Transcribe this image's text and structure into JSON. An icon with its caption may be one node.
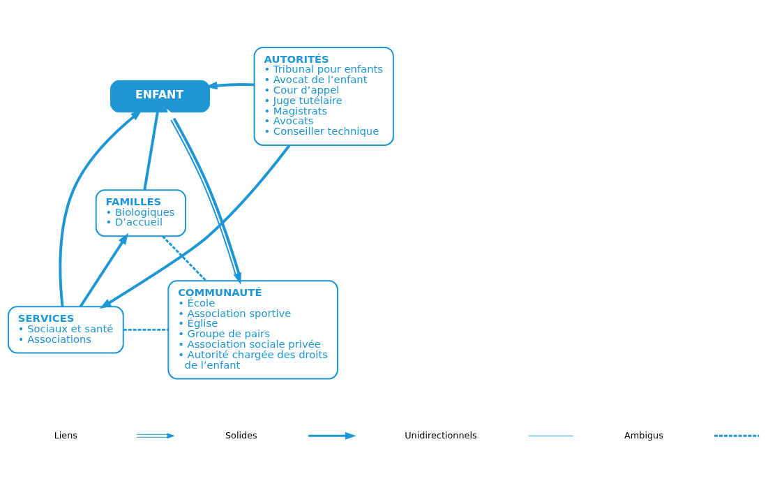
{
  "diagram": {
    "nodes": [
      {
        "text": [
          "ENFANT"
        ]
      },
      {
        "text": [
          "AUTORITÉS",
          "• Tribunal pour enfants",
          "• Avocat de l’enfant",
          "• Cour d’appel",
          "• Juge tutélaire",
          "• Magistrats",
          "• Avocats",
          "• Conseiller technique"
        ]
      },
      {
        "text": [
          "FAMILLES",
          "• Biologiques",
          "• D’accueil"
        ]
      },
      {
        "text": [
          "COMMUNAUTÉ",
          "• École",
          "• Association sportive",
          "• Église",
          "• Groupe de pairs",
          "• Association sociale privée",
          "• Autorité chargée des droits de l’enfant"
        ]
      },
      {
        "text": [
          "SERVICES",
          "• Sociaux et santé",
          "• Associations"
        ]
      }
    ],
    "edges": [
      {
        "from": 0,
        "to": 2,
        "arrow": "none"
      },
      {
        "from": 1,
        "to": 0,
        "arrow": "to"
      },
      {
        "from": 1,
        "to": 4,
        "arrow": "to"
      },
      {
        "from": 4,
        "to": 0,
        "arrow": "to"
      },
      {
        "from": 0,
        "to": 3,
        "arrow": "both"
      },
      {
        "from": 2,
        "to": 3,
        "arrow": "none",
        "style": "dashed"
      },
      {
        "from": 4,
        "to": 2,
        "arrow": "to"
      },
      {
        "from": 4,
        "to": 3,
        "arrow": "none",
        "style": "dashed"
      }
    ],
    "legend": [
      {
        "text": "Liens"
      },
      {
        "text": "Solides"
      },
      {
        "text": "Unidirectionnels"
      },
      {
        "text": "Ambigus"
      }
    ]
  }
}
